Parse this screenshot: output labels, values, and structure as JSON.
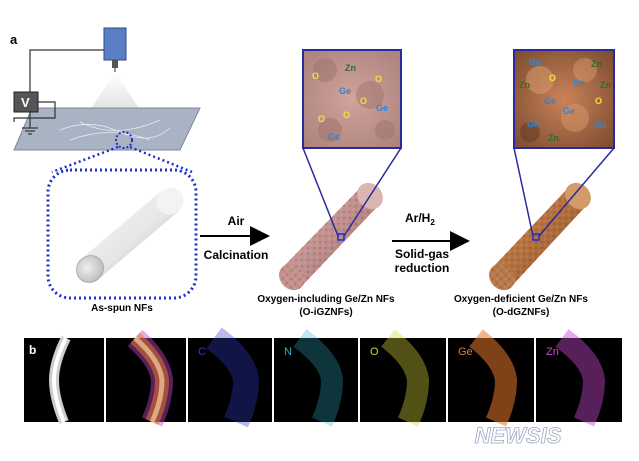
{
  "panel_a": {
    "label": "a",
    "voltage_label": "V",
    "as_spun_label": "As-spun NFs",
    "step1_top": "Air",
    "step1_bottom": "Calcination",
    "step2_top_main": "Ar/H",
    "step2_top_sub": "2",
    "step2_bottom_line1": "Solid-gas",
    "step2_bottom_line2": "reduction",
    "product1_line1": "Oxygen-including Ge/Zn NFs",
    "product1_line2": "(O-iGZNFs)",
    "product2_line1": "Oxygen-deficient Ge/Zn NFs",
    "product2_line2": "(O-dGZNFs)",
    "inset1_atoms": [
      "Zn",
      "O",
      "O",
      "Ge",
      "O",
      "Ge",
      "O",
      "O",
      "Ge"
    ],
    "inset2_atoms": [
      "Ge",
      "Zn",
      "Zn",
      "O",
      "Ge",
      "Zn",
      "O",
      "Ge",
      "Ge",
      "Ge",
      "Zn",
      "Ge"
    ]
  },
  "panel_b": {
    "label": "b",
    "maps": [
      "C",
      "N",
      "O",
      "Ge",
      "Zn"
    ]
  },
  "watermark": "NEWSIS",
  "colors": {
    "dash_blue": "#1a2ec9",
    "inset_frame": "#2a2aa0",
    "o_label": "#f2e23a",
    "ge_label": "#2b86d6",
    "zn_label": "#2f6b2a",
    "map_c": "#2e3cc8",
    "map_n": "#2fb0c8",
    "map_o": "#d8d438",
    "map_ge": "#e8762a",
    "map_zn": "#c448c8"
  }
}
